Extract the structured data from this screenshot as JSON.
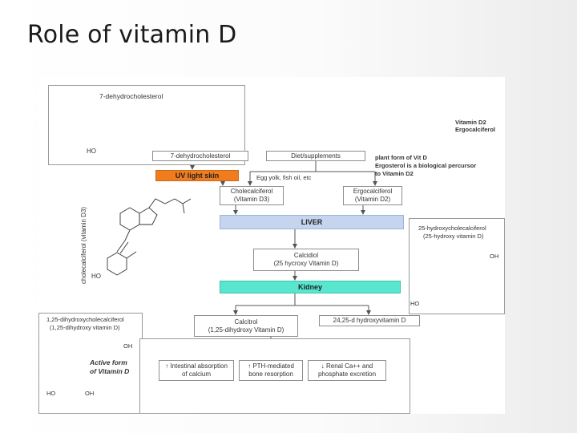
{
  "slide": {
    "title": "Role of vitamin D"
  },
  "panels": {
    "top_left_title": "7-dehydrocholesterol",
    "top_left_ho": "HO",
    "left_vertical": "cholecalciferol (vitamin D3)",
    "left_ho": "HO",
    "vitd2_title": "Vitamin D2",
    "vitd2_subtitle": "Ergocalciferol",
    "plant_form_line1": "plant form of Vit D",
    "plant_form_line2": "Ergosterol is a biological percursor",
    "plant_form_line3": "to Vitamin D2",
    "calcidiol_panel_line1": "25-hydroxycholecalciferol",
    "calcidiol_panel_line2": "(25-hydroxy vitamin D)",
    "calcidiol_panel_oh": "OH",
    "calcidiol_panel_ho": "HO",
    "calcitriol_panel_line1": "1,25-dihydroxycholecalciferol",
    "calcitriol_panel_line2": "(1,25-dihydroxy vitamin D)",
    "active_form_line1": "Active form",
    "active_form_line2": "of Vitamin D",
    "calcitriol_panel_oh": "OH",
    "calcitriol_panel_ho": "HO",
    "calcitriol_panel_oh2": "OH"
  },
  "flow": {
    "dehydro_box": "7-dehydrocholesterol",
    "diet_box": "Diet/supplements",
    "uv_band": "UV light skin",
    "egg_yolk": "Egg yolk, fish oil, etc",
    "chole_line1": "Cholecalciferol",
    "chole_line2": "(Vitamin D3)",
    "ergo_line1": "Ergocalciferol",
    "ergo_line2": "(Vitamin D2)",
    "liver_band": "LIVER",
    "calcidiol_line1": "Calcidiol",
    "calcidiol_line2": "(25 hycroxy Vitamin D)",
    "kidney_band": "Kidney",
    "calcitrol_line1": "Calcitrol",
    "calcitrol_line2": "(1,25-dihydroxy Vitamin D)",
    "dihydroxy_box": "24,25-d hydroxyvitamin D",
    "effect1_line1": "↑ Intestinal absorption",
    "effect1_line2": "of calcium",
    "effect2_line1": "↑ PTH-mediated",
    "effect2_line2": "bone resorption",
    "effect3_line1": "↓ Renal Ca++ and",
    "effect3_line2": "phosphate excretion"
  }
}
